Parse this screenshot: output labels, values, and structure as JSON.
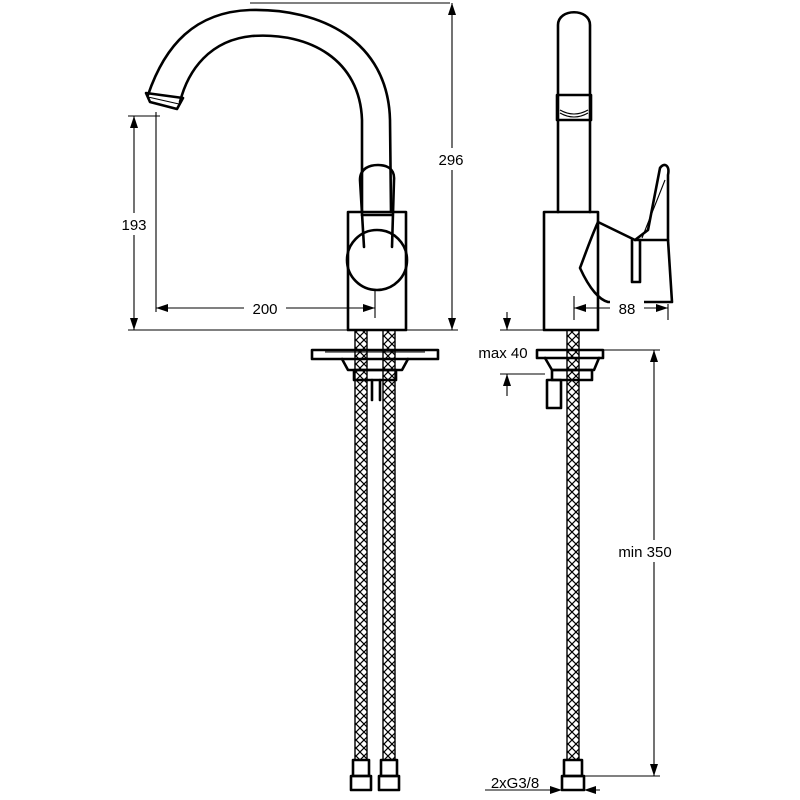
{
  "dimensions": {
    "spout_height": "193",
    "spout_reach": "200",
    "total_height": "296",
    "lever_projection": "88",
    "max_deck_thickness": "max 40",
    "min_hose_length": "min 350",
    "connection_thread": "2xG3/8"
  }
}
